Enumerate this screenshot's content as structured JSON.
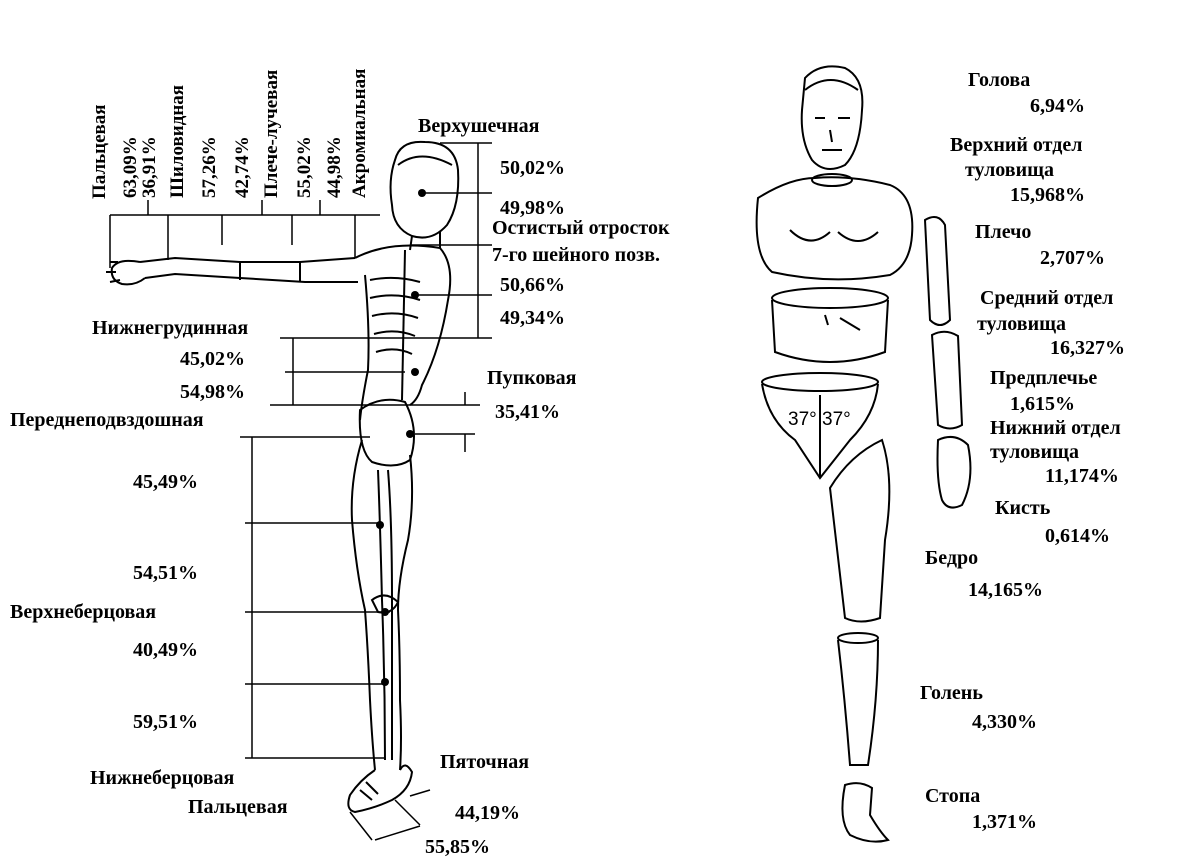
{
  "left": {
    "arm": {
      "labels": [
        "Пальцевая",
        "63,09%",
        "36,91%",
        "Шиловидная",
        "57,26%",
        "42,74%",
        "Плече-лучевая",
        "55,02%",
        "44,98%",
        "Акромиальная"
      ]
    },
    "head": {
      "verkhushechnaya": "Верхушечная",
      "v1": "50,02%",
      "v2": "49,98%"
    },
    "neck": {
      "line1": "Остистый отросток",
      "line2": "7-го шейного позв.",
      "v1": "50,66%",
      "v2": "49,34%"
    },
    "trunk": {
      "nizhnegrudinnaya": "Нижнегрудинная",
      "v1": "45,02%",
      "v2": "54,98%",
      "pupkovaya": "Пупковая",
      "pupk_value": "35,41%",
      "perednepodvzdoshnaya": "Переднеподвздошная"
    },
    "leg": {
      "thigh_v1": "45,49%",
      "thigh_v2": "54,51%",
      "verkhnebertsovaya": "Верхнеберцовая",
      "shin_v1": "40,49%",
      "shin_v2": "59,51%",
      "nizhnebertsovaya": "Нижнеберцовая",
      "paltsevaya": "Пальцевая",
      "pyatochnaya": "Пяточная",
      "foot_v1": "44,19%",
      "foot_v2": "55,85%"
    }
  },
  "right": {
    "segments": [
      {
        "name": "Голова",
        "value": "6,94%"
      },
      {
        "name": "Верхний отдел",
        "name2": "туловища",
        "value": "15,968%"
      },
      {
        "name": "Плечо",
        "value": "2,707%"
      },
      {
        "name": "Средний отдел",
        "name2": "туловища",
        "value": "16,327%"
      },
      {
        "name": "Предплечье",
        "value": "1,615%"
      },
      {
        "name": "Нижний отдел",
        "name2": "туловища",
        "value": "11,174%"
      },
      {
        "name": "Кисть",
        "value": "0,614%"
      },
      {
        "name": "Бедро",
        "value": "14,165%"
      },
      {
        "name": "Голень",
        "value": "4,330%"
      },
      {
        "name": "Стопа",
        "value": "1,371%"
      }
    ],
    "angle1": "37°",
    "angle2": "37°"
  }
}
